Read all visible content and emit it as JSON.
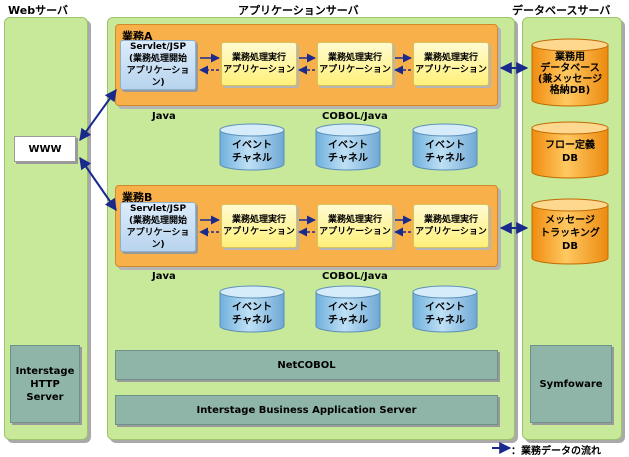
{
  "columns": {
    "web": "Webサーバ",
    "app": "アプリケーションサーバ",
    "db": "データベースサーバ"
  },
  "www": "WWW",
  "web_server_product": [
    "Interstage",
    "HTTP",
    "Server"
  ],
  "lane_a": {
    "title": "業務A",
    "servlet": [
      "Servlet/JSP",
      "(業務処理開始",
      "アプリケーション)"
    ],
    "apps": [
      [
        "業務処理実行",
        "アプリケーション"
      ],
      [
        "業務処理実行",
        "アプリケーション"
      ],
      [
        "業務処理実行",
        "アプリケーション"
      ]
    ],
    "lang_left": "Java",
    "lang_right": "COBOL/Java",
    "channels": [
      [
        "イベント",
        "チャネル"
      ],
      [
        "イベント",
        "チャネル"
      ],
      [
        "イベント",
        "チャネル"
      ]
    ]
  },
  "lane_b": {
    "title": "業務B",
    "servlet": [
      "Servlet/JSP",
      "(業務処理開始",
      "アプリケーション)"
    ],
    "apps": [
      [
        "業務処理実行",
        "アプリケーション"
      ],
      [
        "業務処理実行",
        "アプリケーション"
      ],
      [
        "業務処理実行",
        "アプリケーション"
      ]
    ],
    "lang_left": "Java",
    "lang_right": "COBOL/Java",
    "channels": [
      [
        "イベント",
        "チャネル"
      ],
      [
        "イベント",
        "チャネル"
      ],
      [
        "イベント",
        "チャネル"
      ]
    ]
  },
  "netcobol": "NetCOBOL",
  "ibas": "Interstage Business Application Server",
  "databases": [
    [
      "業務用",
      "データベース",
      "(兼メッセージ",
      "格納DB)"
    ],
    [
      "フロー定義",
      "DB"
    ],
    [
      "メッセージ",
      "トラッキング",
      "DB"
    ]
  ],
  "symfoware": "Symfoware",
  "legend": "：業務データの流れ",
  "colors": {
    "server_bg": "#c8e89a",
    "lane_bg": "#f7b04a",
    "arrow": "#1a2a8c",
    "cylinder": "#8fc4e8",
    "db_cylinder": "#f7a020"
  }
}
